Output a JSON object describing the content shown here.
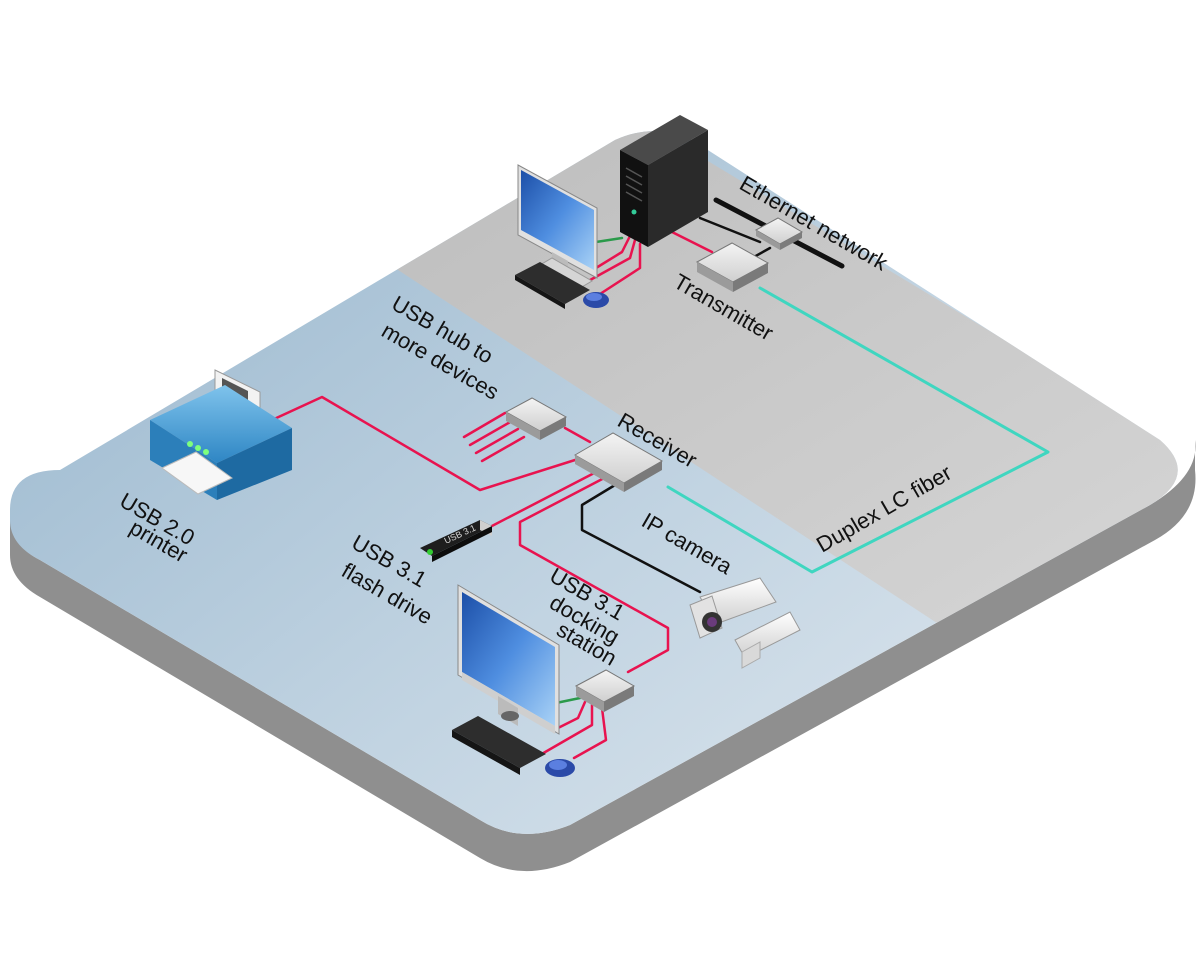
{
  "labels": {
    "ethernet_network": "Ethernet network",
    "transmitter": "Transmitter",
    "receiver": "Receiver",
    "usb_hub_line1": "USB hub to",
    "usb_hub_line2": "more devices",
    "printer_line1": "USB 2.0",
    "printer_line2": "printer",
    "flash_line1": "USB  3.1",
    "flash_line2": "flash drive",
    "dock_line1": "USB 3.1",
    "dock_line2": "docking",
    "dock_line3": "station",
    "ip_camera": "IP  camera",
    "fiber": "Duplex LC fiber",
    "flash_drive_marking": "USB 3.1"
  },
  "colors": {
    "usb_cable": "#e8134f",
    "fiber_cable": "#3fd6c0",
    "video_cable": "#2a9a4a",
    "ethernet_cable": "#111111",
    "remote_zone": "#c9c9c9",
    "local_zone": "#a9c2d6",
    "platform_edge": "#8f8f8f"
  },
  "icons": {
    "server": "tower-server-icon",
    "monitor": "monitor-icon",
    "keyboard": "keyboard-icon",
    "mouse": "mouse-icon",
    "printer": "printer-icon",
    "flash_drive": "usb-flash-drive-icon",
    "camera": "ip-camera-icon",
    "box": "extender-box-icon"
  }
}
